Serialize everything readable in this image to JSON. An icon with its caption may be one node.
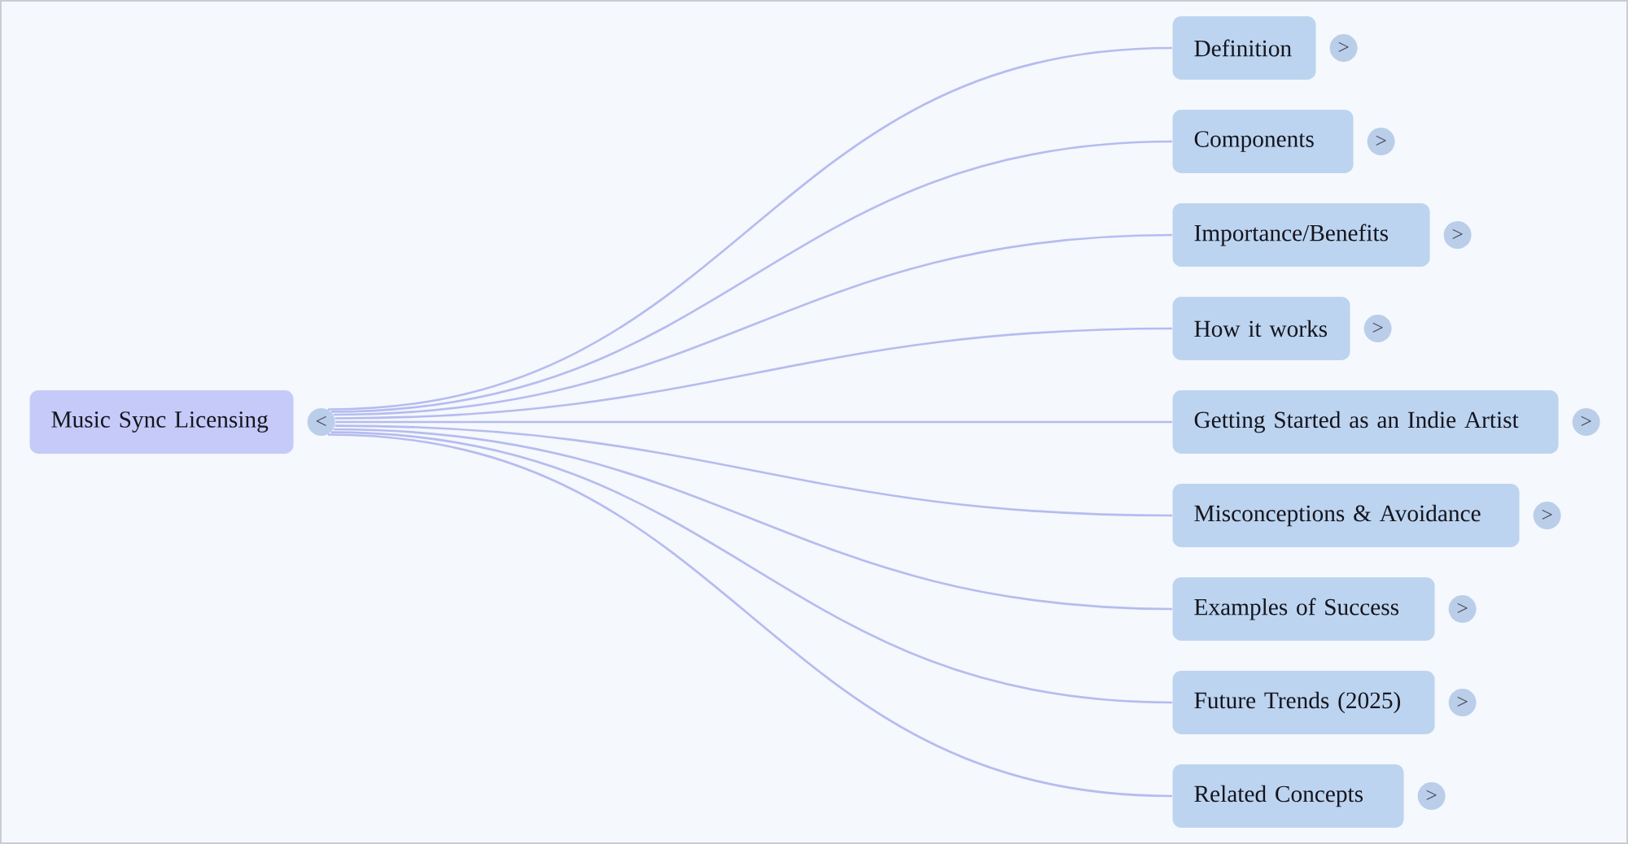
{
  "diagram": {
    "nodes": [
      {
        "text": [
          "Music Sync Licensing"
        ],
        "beside": [
          "<"
        ]
      },
      {
        "text": [
          "Definition"
        ],
        "beside": [
          ">"
        ]
      },
      {
        "text": [
          "Components"
        ],
        "beside": [
          ">"
        ]
      },
      {
        "text": [
          "Importance/Benefits"
        ],
        "beside": [
          ">"
        ]
      },
      {
        "text": [
          "How it works"
        ],
        "beside": [
          ">"
        ]
      },
      {
        "text": [
          "Getting Started as an Indie Artist"
        ],
        "beside": [
          ">"
        ]
      },
      {
        "text": [
          "Misconceptions & Avoidance"
        ],
        "beside": [
          ">"
        ]
      },
      {
        "text": [
          "Examples of Success"
        ],
        "beside": [
          ">"
        ]
      },
      {
        "text": [
          "Future Trends (2025)"
        ],
        "beside": [
          ">"
        ]
      },
      {
        "text": [
          "Related Concepts"
        ],
        "beside": [
          ">"
        ]
      }
    ],
    "edges": [
      {
        "from": 0,
        "to": 1,
        "arrow": "none"
      },
      {
        "from": 0,
        "to": 2,
        "arrow": "none"
      },
      {
        "from": 0,
        "to": 3,
        "arrow": "none"
      },
      {
        "from": 0,
        "to": 4,
        "arrow": "none"
      },
      {
        "from": 0,
        "to": 5,
        "arrow": "none"
      },
      {
        "from": 0,
        "to": 6,
        "arrow": "none"
      },
      {
        "from": 0,
        "to": 7,
        "arrow": "none"
      },
      {
        "from": 0,
        "to": 8,
        "arrow": "none"
      },
      {
        "from": 0,
        "to": 9,
        "arrow": "none"
      }
    ]
  }
}
